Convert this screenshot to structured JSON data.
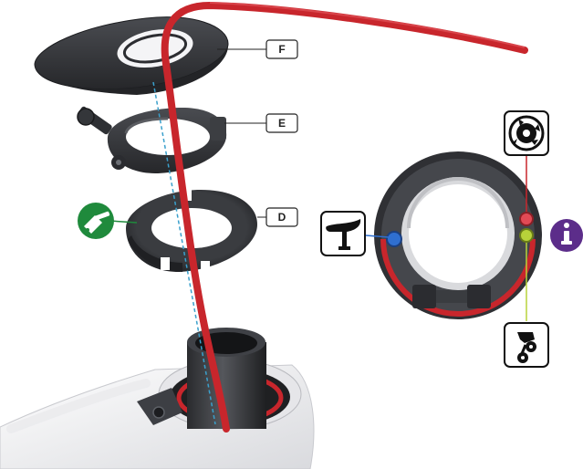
{
  "labels": {
    "f": "F",
    "e": "E",
    "d": "D"
  },
  "icons": {
    "grease": "grease-gun-icon",
    "saddle": "saddle-seatpost-icon",
    "brake": "brake-rotor-icon",
    "info": "info-icon",
    "derailleur": "rear-derailleur-icon"
  },
  "colors": {
    "cable": "#c8262c",
    "guide_line": "#3aa0cc",
    "grease_badge": "#1f8a3c",
    "info_badge": "#5c2d8a",
    "port_blue": "#2f6fd0",
    "port_red": "#e24a55",
    "port_green": "#b8d23a",
    "part_gray": "#3a3c40",
    "frame_white": "#f2f2f4"
  }
}
